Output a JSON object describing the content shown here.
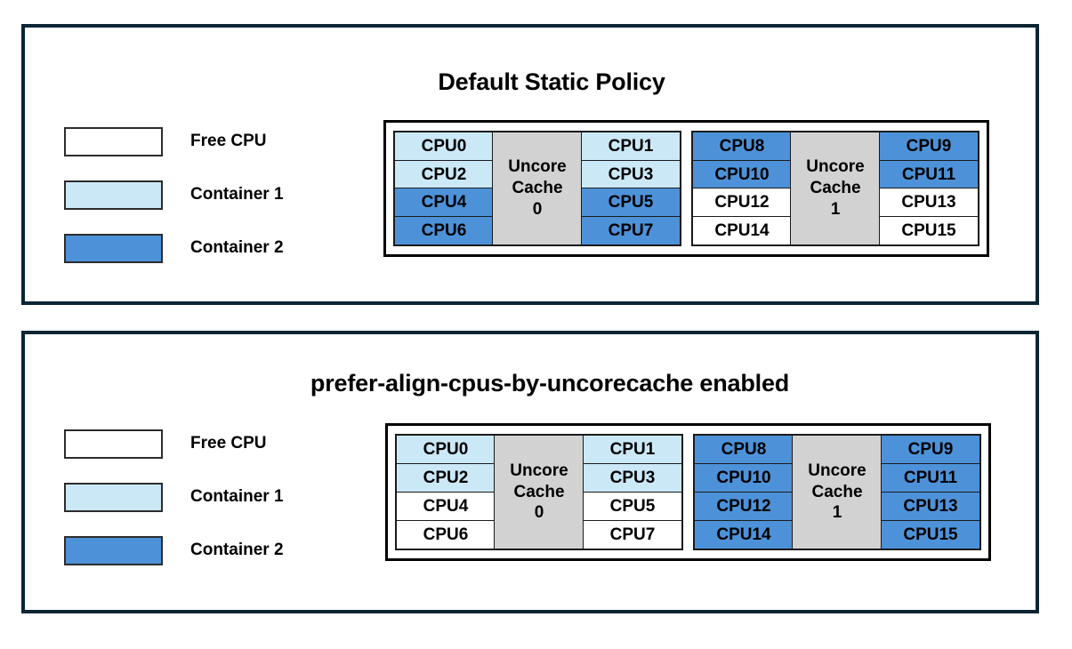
{
  "colors": {
    "free_cpu": "#ffffff",
    "container1": "#cbe8f7",
    "container2": "#4d92d9",
    "cache_block": "#d2d2d2",
    "panel_border": "#0b2534",
    "cell_border": "#1a1a1a"
  },
  "legend": {
    "items": [
      {
        "label": "Free CPU",
        "fill": "free"
      },
      {
        "label": "Container 1",
        "fill": "container1"
      },
      {
        "label": "Container 2",
        "fill": "container2"
      }
    ]
  },
  "panels": [
    {
      "title": "Default Static Policy",
      "grid": {
        "groups": [
          {
            "cache_line1": "Uncore",
            "cache_line2": "Cache",
            "cache_line3": "0",
            "left_column": [
              {
                "label": "CPU0",
                "fill": "container1"
              },
              {
                "label": "CPU2",
                "fill": "container1"
              },
              {
                "label": "CPU4",
                "fill": "container2"
              },
              {
                "label": "CPU6",
                "fill": "container2"
              }
            ],
            "right_column": [
              {
                "label": "CPU1",
                "fill": "container1"
              },
              {
                "label": "CPU3",
                "fill": "container1"
              },
              {
                "label": "CPU5",
                "fill": "container2"
              },
              {
                "label": "CPU7",
                "fill": "container2"
              }
            ]
          },
          {
            "cache_line1": "Uncore",
            "cache_line2": "Cache",
            "cache_line3": "1",
            "left_column": [
              {
                "label": "CPU8",
                "fill": "container2"
              },
              {
                "label": "CPU10",
                "fill": "container2"
              },
              {
                "label": "CPU12",
                "fill": "free"
              },
              {
                "label": "CPU14",
                "fill": "free"
              }
            ],
            "right_column": [
              {
                "label": "CPU9",
                "fill": "container2"
              },
              {
                "label": "CPU11",
                "fill": "container2"
              },
              {
                "label": "CPU13",
                "fill": "free"
              },
              {
                "label": "CPU15",
                "fill": "free"
              }
            ]
          }
        ]
      }
    },
    {
      "title": "prefer-align-cpus-by-uncorecache enabled",
      "grid": {
        "groups": [
          {
            "cache_line1": "Uncore",
            "cache_line2": "Cache",
            "cache_line3": "0",
            "left_column": [
              {
                "label": "CPU0",
                "fill": "container1"
              },
              {
                "label": "CPU2",
                "fill": "container1"
              },
              {
                "label": "CPU4",
                "fill": "free"
              },
              {
                "label": "CPU6",
                "fill": "free"
              }
            ],
            "right_column": [
              {
                "label": "CPU1",
                "fill": "container1"
              },
              {
                "label": "CPU3",
                "fill": "container1"
              },
              {
                "label": "CPU5",
                "fill": "free"
              },
              {
                "label": "CPU7",
                "fill": "free"
              }
            ]
          },
          {
            "cache_line1": "Uncore",
            "cache_line2": "Cache",
            "cache_line3": "1",
            "left_column": [
              {
                "label": "CPU8",
                "fill": "container2"
              },
              {
                "label": "CPU10",
                "fill": "container2"
              },
              {
                "label": "CPU12",
                "fill": "container2"
              },
              {
                "label": "CPU14",
                "fill": "container2"
              }
            ],
            "right_column": [
              {
                "label": "CPU9",
                "fill": "container2"
              },
              {
                "label": "CPU11",
                "fill": "container2"
              },
              {
                "label": "CPU13",
                "fill": "container2"
              },
              {
                "label": "CPU15",
                "fill": "container2"
              }
            ]
          }
        ]
      }
    }
  ]
}
